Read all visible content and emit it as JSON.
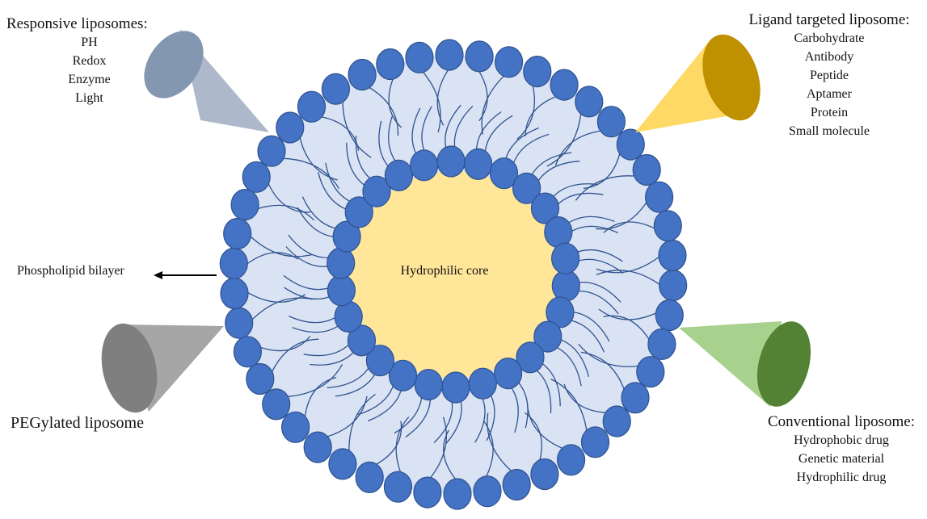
{
  "labels": {
    "responsive": {
      "title": "Responsive liposomes:",
      "items": [
        "PH",
        "Redox",
        "Enzyme",
        "Light"
      ]
    },
    "ligand": {
      "title": "Ligand targeted liposome:",
      "items": [
        "Carbohydrate",
        "Antibody",
        "Peptide",
        "Aptamer",
        "Protein",
        "Small molecule"
      ]
    },
    "conventional": {
      "title": "Conventional liposome:",
      "items": [
        "Hydrophobic drug",
        "Genetic material",
        "Hydrophilic drug"
      ]
    },
    "pegylated": "PEGylated liposome",
    "bilayer": "Phospholipid bilayer",
    "core": "Hydrophilic core"
  },
  "colors": {
    "lipid_head": "#4472C4",
    "lipid_head_stroke": "#2F528F",
    "bilayer_fill": "#DAE3F3",
    "core_fill": "#FFE699",
    "tail": "#2F528F",
    "cone_responsive": "#8497B0",
    "cone_ligand": "#BF9000",
    "cone_ligand_beam": "#FFD966",
    "cone_conventional": "#548235",
    "cone_conventional_beam": "#A9D18E",
    "cone_pegylated": "#7F7F7F",
    "cone_pegylated_beam": "#A6A6A6"
  }
}
